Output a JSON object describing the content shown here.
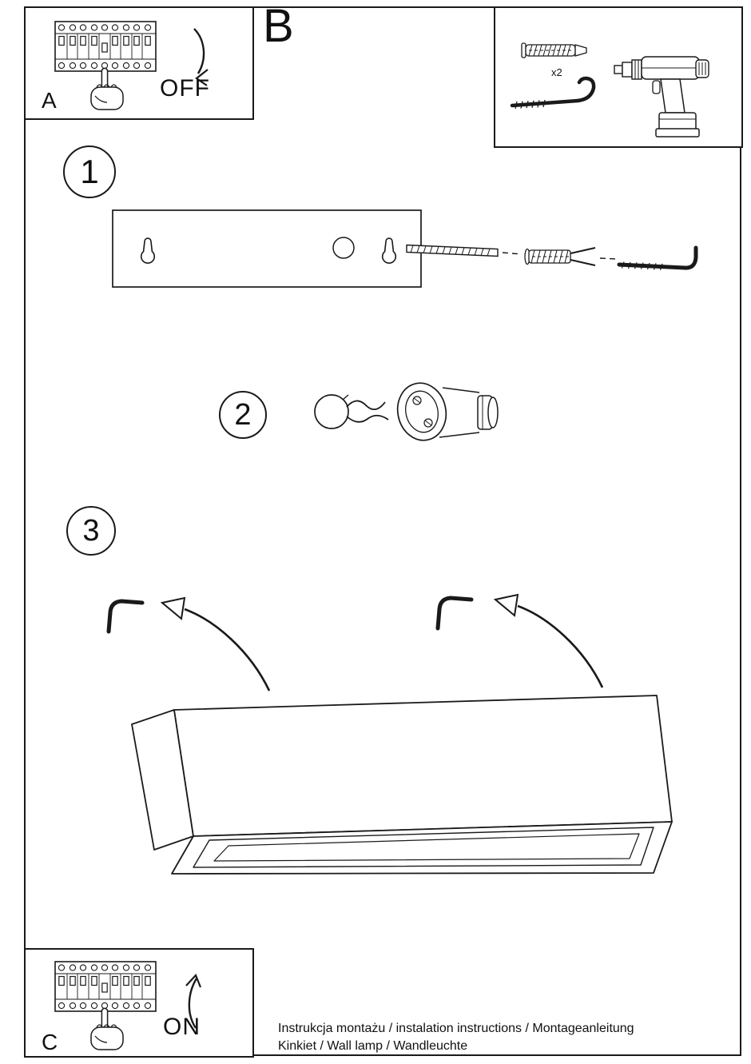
{
  "doc": {
    "section_b": "B",
    "panel_a": {
      "label": "A",
      "state": "OFF"
    },
    "panel_c": {
      "label": "C",
      "state": "ON"
    },
    "parts": {
      "dowel_qty": "x2"
    },
    "steps": {
      "s1": "1",
      "s2": "2",
      "s3": "3"
    },
    "footer": {
      "line1": "Instrukcja montażu / instalation instructions / Montageanleitung",
      "line2": "Kinkiet / Wall lamp / Wandleuchte"
    }
  }
}
